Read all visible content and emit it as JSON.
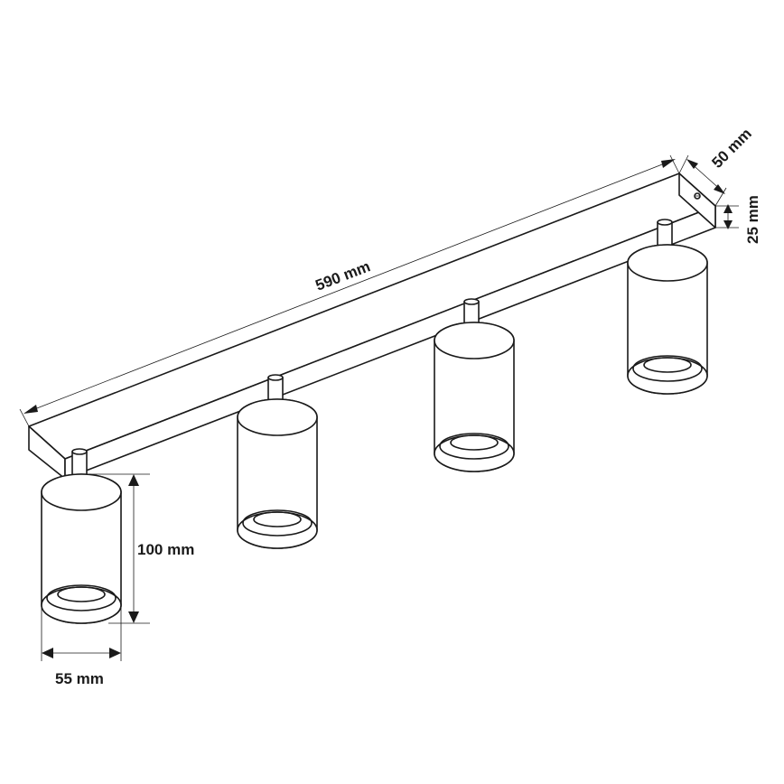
{
  "dimensions": {
    "length": "590 mm",
    "width": "50 mm",
    "height": "25 mm",
    "spot_height": "100 mm",
    "spot_diameter": "55 mm"
  },
  "colors": {
    "stroke": "#1a1a1a",
    "background": "#ffffff"
  }
}
